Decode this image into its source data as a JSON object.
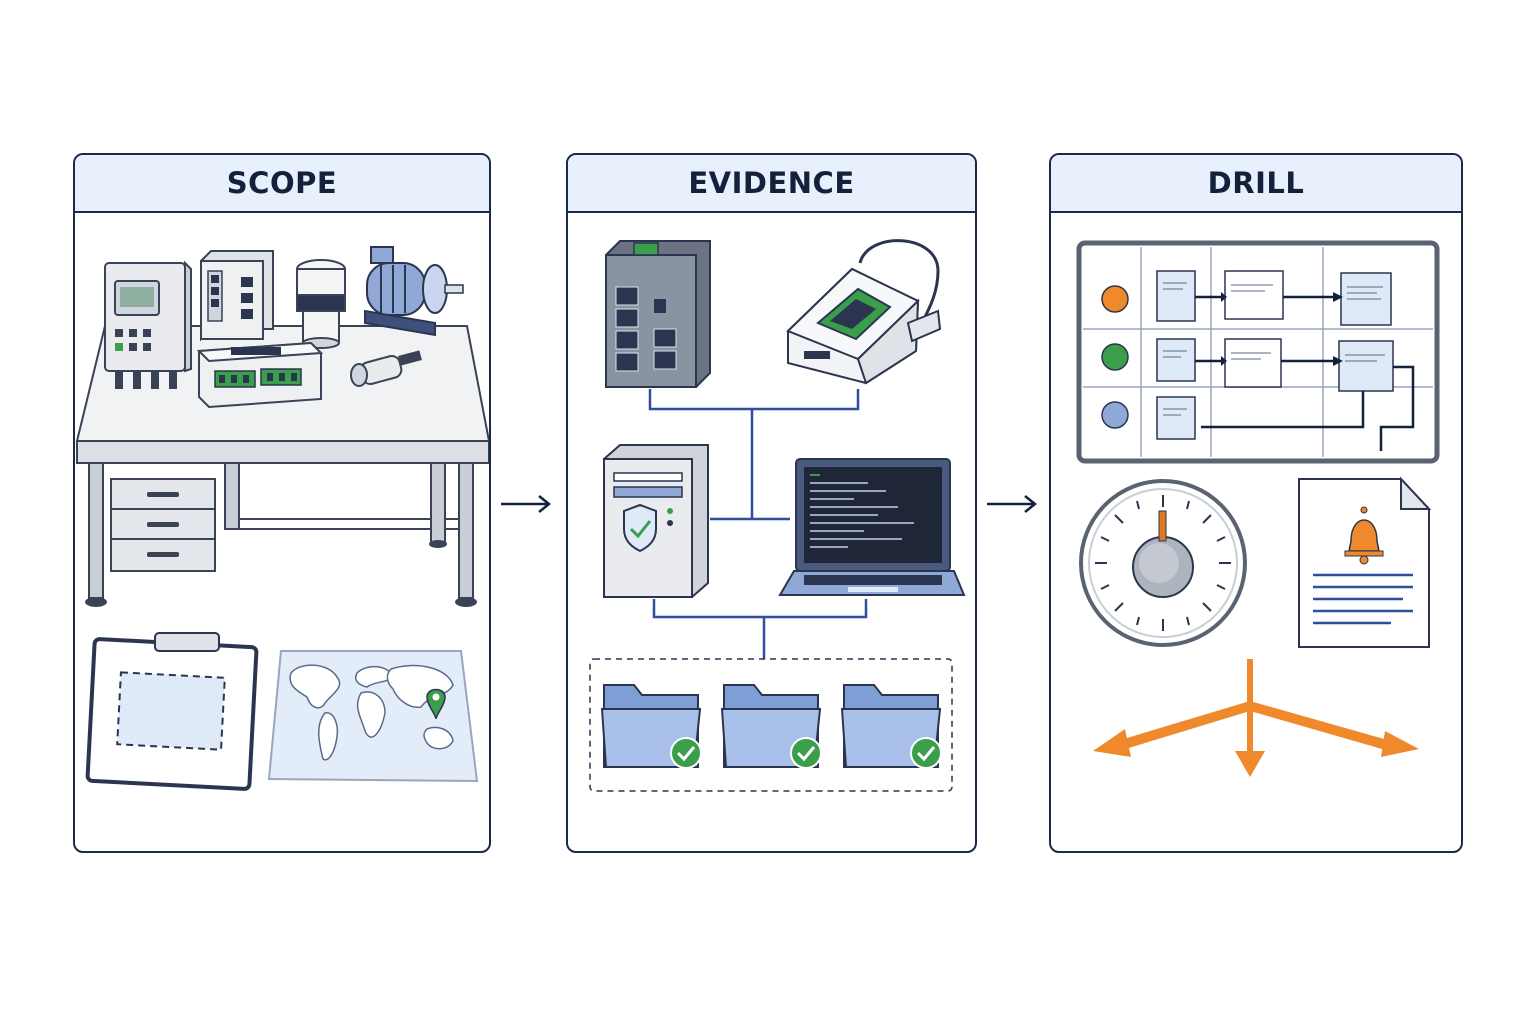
{
  "panels": [
    {
      "id": "scope",
      "title": "SCOPE"
    },
    {
      "id": "evidence",
      "title": "EVIDENCE"
    },
    {
      "id": "drill",
      "title": "DRILL"
    }
  ],
  "icons": {
    "scope": [
      "workbench-icon",
      "controller-device-icon",
      "network-switch-icon",
      "stack-light-icon",
      "electric-motor-icon",
      "io-module-icon",
      "sensor-icon",
      "clipboard-icon",
      "world-map-icon",
      "location-pin-icon"
    ],
    "evidence": [
      "network-switch-icon",
      "capture-device-icon",
      "server-shield-icon",
      "laptop-terminal-icon",
      "verified-folder-icon"
    ],
    "drill": [
      "swimlane-board-icon",
      "timer-dial-icon",
      "alert-document-icon",
      "branching-arrows-icon"
    ]
  },
  "colors": {
    "border": "#1c2a4a",
    "header_bg": "#e8f0fb",
    "accent_blue": "#2f4f9e",
    "check_green": "#2e9e4a",
    "alert_orange": "#f0892b",
    "folder_blue": "#9db8e6"
  }
}
